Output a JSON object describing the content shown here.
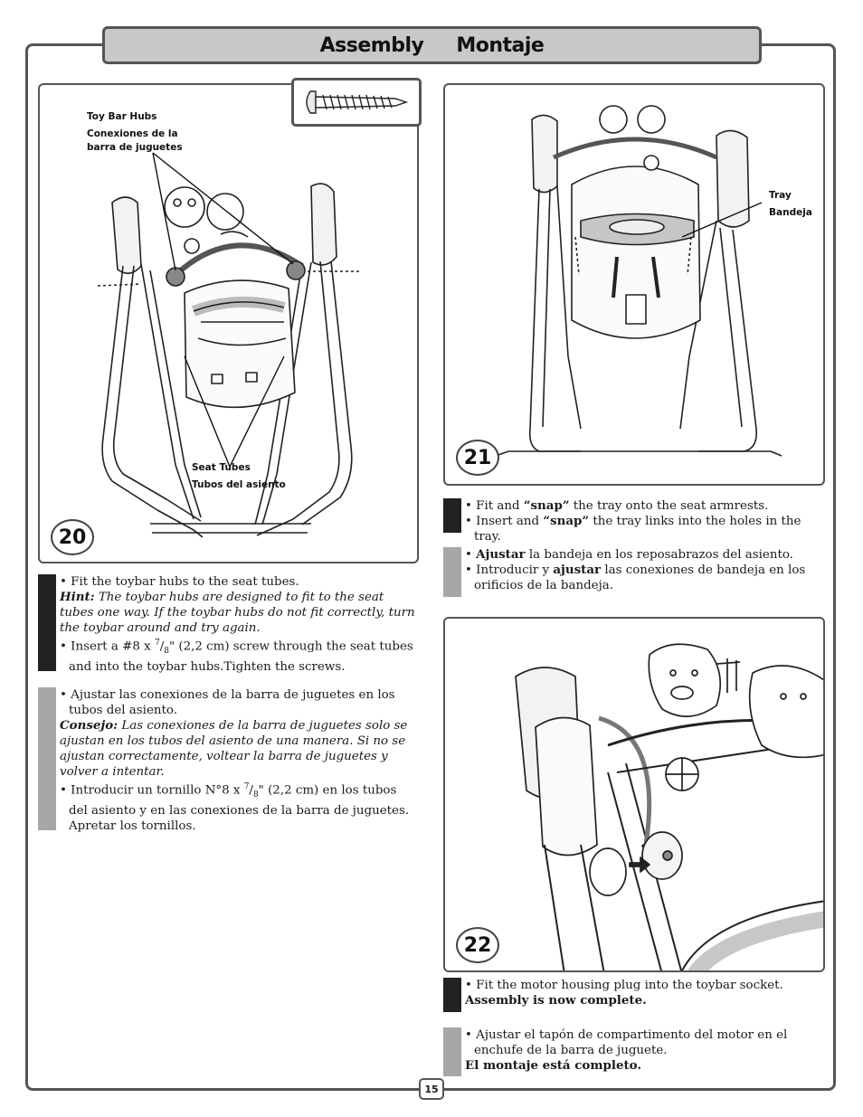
{
  "header": {
    "title_en": "Assembly",
    "title_es": "Montaje"
  },
  "step20": {
    "number": "20",
    "callouts": {
      "toybar_hubs": "Toy Bar Hubs",
      "toybar_hubs_es_1": "Conexiones de la",
      "toybar_hubs_es_2": "barra de juguetes",
      "seat_tubes": "Seat Tubes",
      "seat_tubes_es": "Tubos del asiento"
    },
    "en": {
      "b1": "• Fit the toybar hubs to the seat tubes.",
      "hint_label": "Hint:",
      "hint_text": " The toybar hubs are designed to fit to the seat tubes one way. If the toybar hubs do not fit correctly, turn the toybar around and try again.",
      "b2_pre": "• Insert a #8 x ",
      "frac_num": "7",
      "frac_den": "8",
      "b2_post": "\" (2,2 cm) screw through the seat tubes and into the toybar hubs.Tighten the screws."
    },
    "es": {
      "b1": "• Ajustar las conexiones de la barra de juguetes en los tubos del asiento.",
      "hint_label": "Consejo:",
      "hint_text": " Las conexiones de la barra de juguetes solo se ajustan en los tubos del asiento de una manera. Si no se ajustan correctamente, voltear la barra de juguetes y volver a intentar.",
      "b2_pre": "• Introducir un tornillo N°8 x ",
      "frac_num": "7",
      "frac_den": "8",
      "b2_post": "\" (2,2 cm) en los tubos del asiento y en las conexiones de la barra de juguetes. Apretar los tornillos."
    }
  },
  "step21": {
    "number": "21",
    "callouts": {
      "tray": "Tray",
      "tray_es": "Bandeja"
    },
    "en": {
      "b1_pre": "• Fit and ",
      "b1_bold": "“snap”",
      "b1_post": " the tray onto the seat armrests.",
      "b2_pre": "• Insert and ",
      "b2_bold": "“snap”",
      "b2_post": " the tray links into the holes in the tray."
    },
    "es": {
      "b1_bold": "Ajustar",
      "b1_post": " la bandeja en los reposabrazos del asiento.",
      "b2_pre": "• Introducir y ",
      "b2_bold": "ajustar",
      "b2_post": " las conexiones de bandeja en los orificios de la bandeja."
    }
  },
  "step22": {
    "number": "22",
    "en": {
      "b1": "• Fit the motor housing plug into the toybar socket.",
      "done": "Assembly is now complete."
    },
    "es": {
      "b1": "• Ajustar el tapón de compartimento del motor en el enchufe de la barra de juguete.",
      "done": "El montaje está completo."
    }
  },
  "page_number": "15"
}
